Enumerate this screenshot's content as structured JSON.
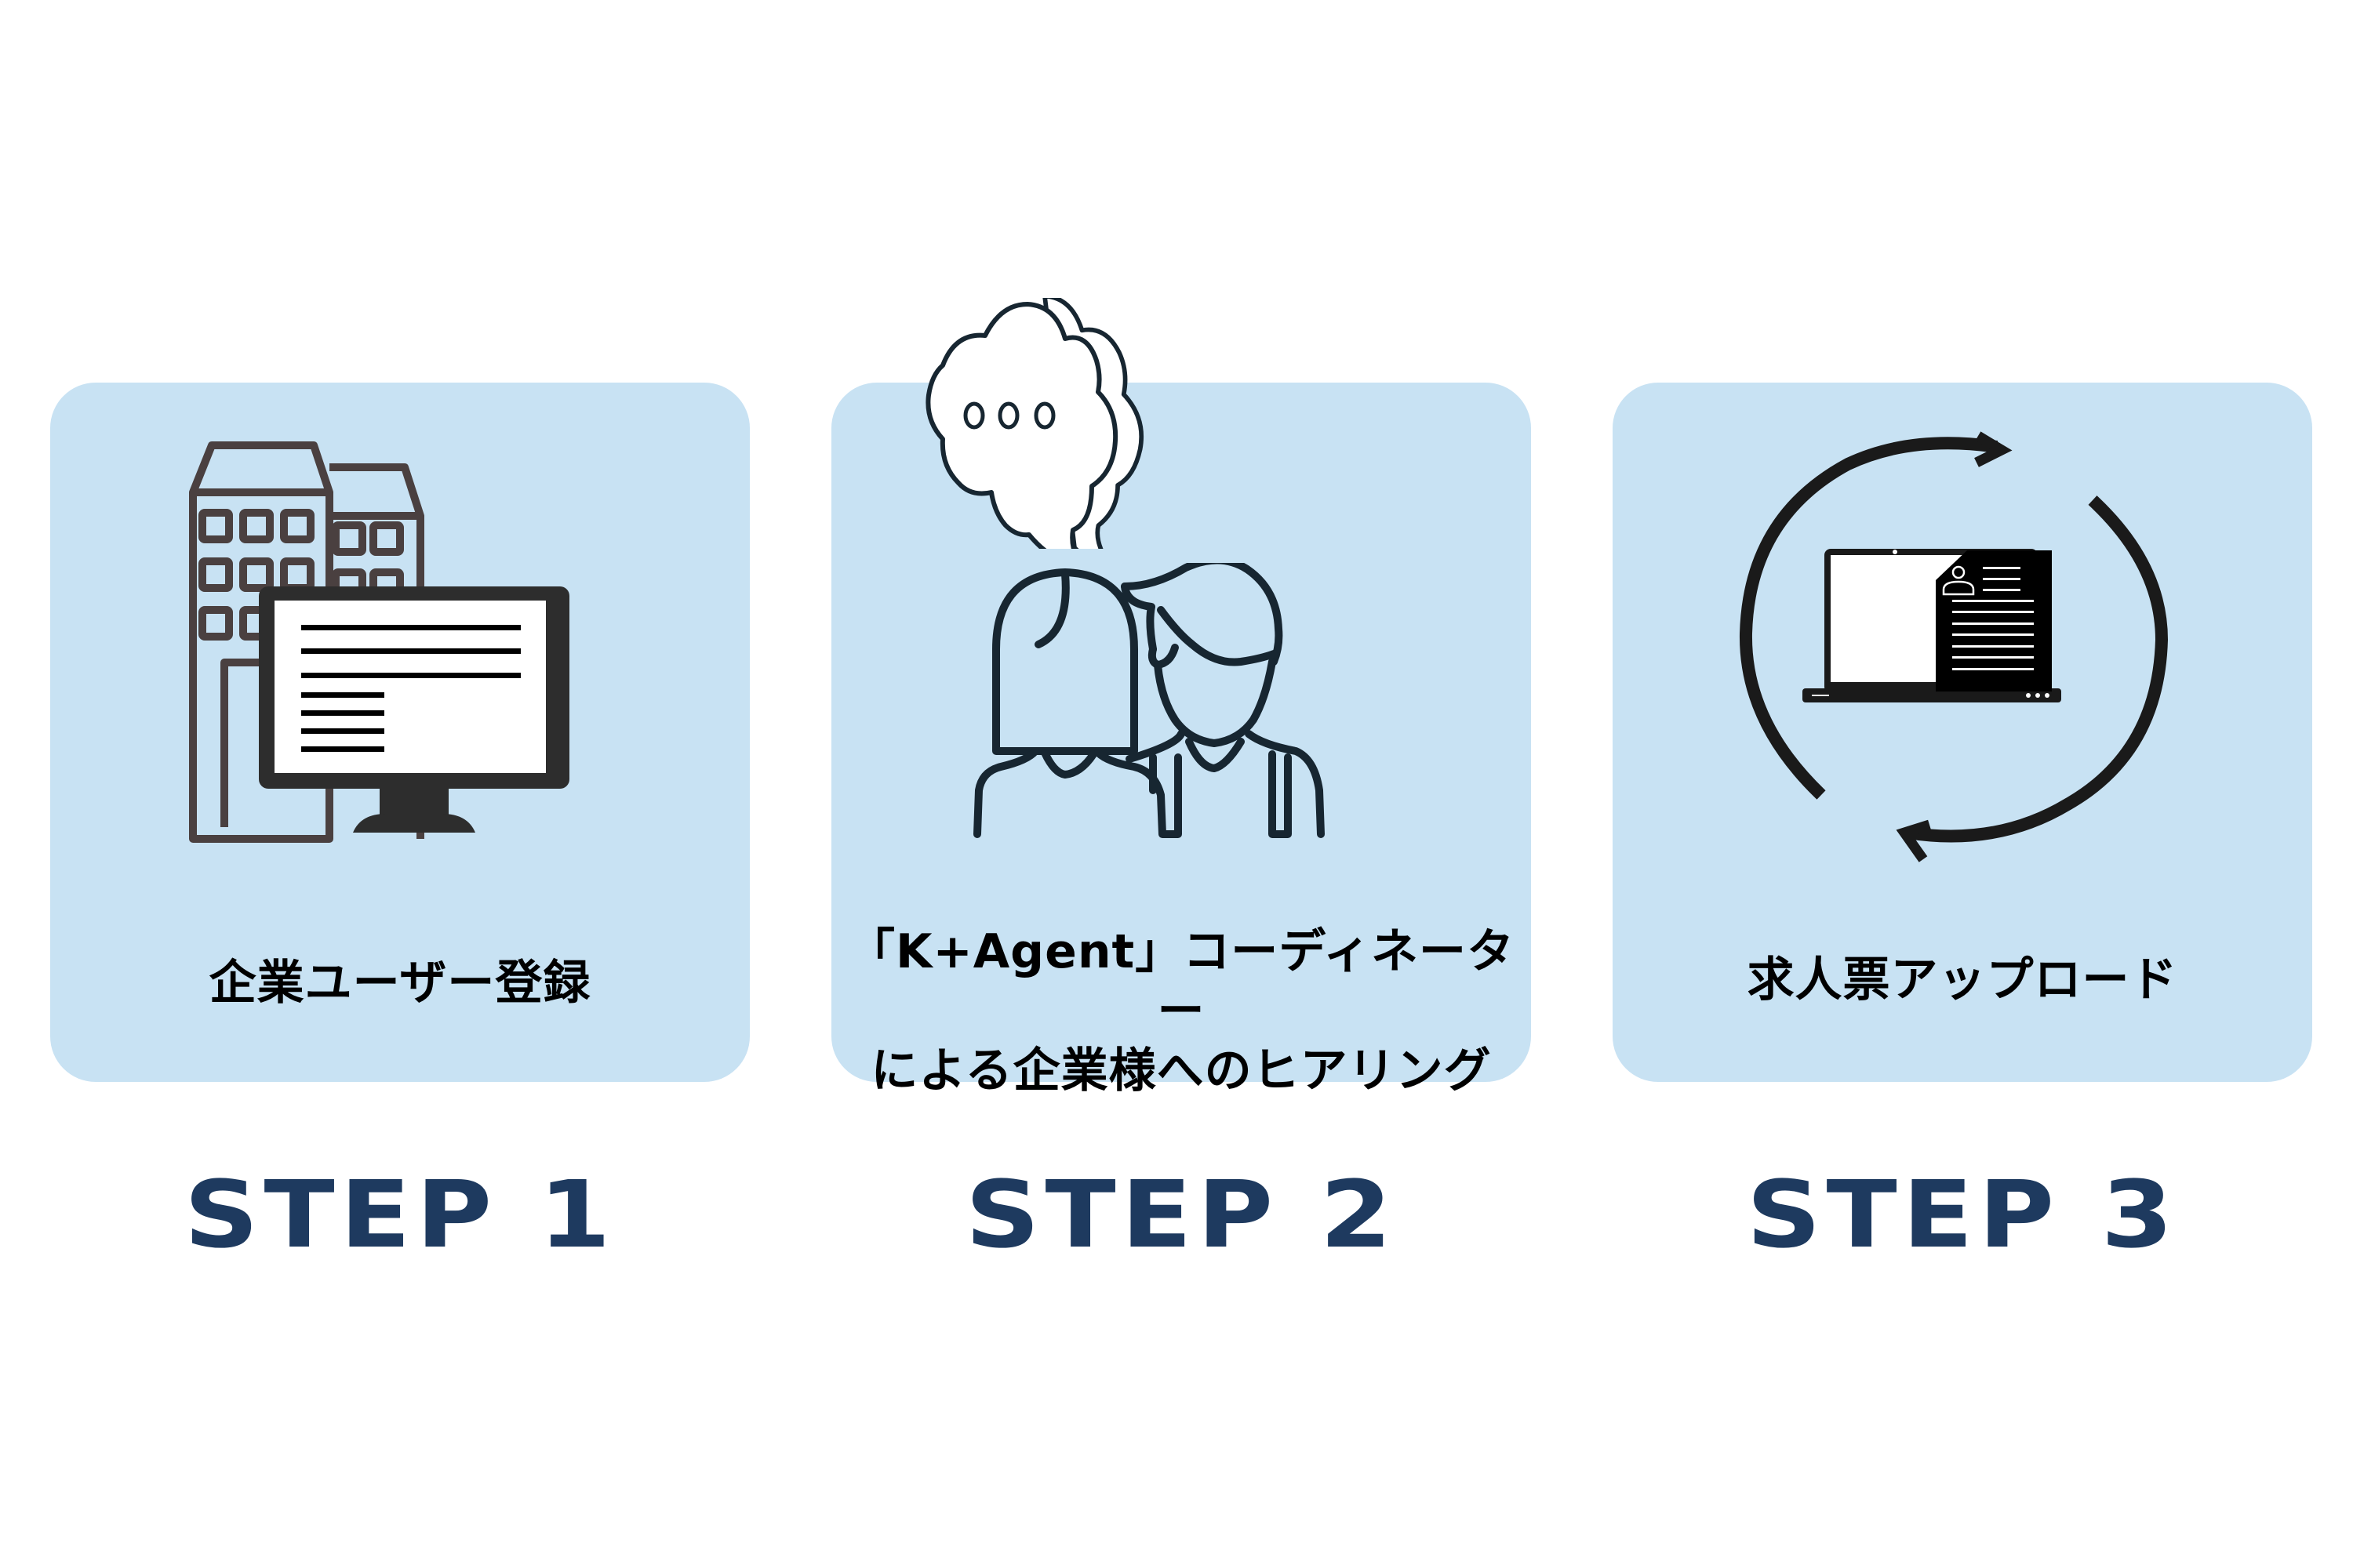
{
  "colors": {
    "card_background": "#C8E2F3",
    "step_label": "#1E3A5F",
    "icon_dark": "#2D2D2D",
    "icon_building": "#4A4040",
    "icon_people": "#172631"
  },
  "steps": [
    {
      "label": "STEP 1",
      "caption_lines": [
        "企業ユーザー登録"
      ],
      "icon": "building-and-monitor-icon"
    },
    {
      "label": "STEP 2",
      "caption_lines": [
        "「K+Agent」コーディネーター",
        "による企業様へのヒアリング"
      ],
      "icon": "two-people-conversation-icon"
    },
    {
      "label": "STEP 3",
      "caption_lines": [
        "求人票アップロード"
      ],
      "icon": "laptop-resume-sync-icon"
    }
  ]
}
